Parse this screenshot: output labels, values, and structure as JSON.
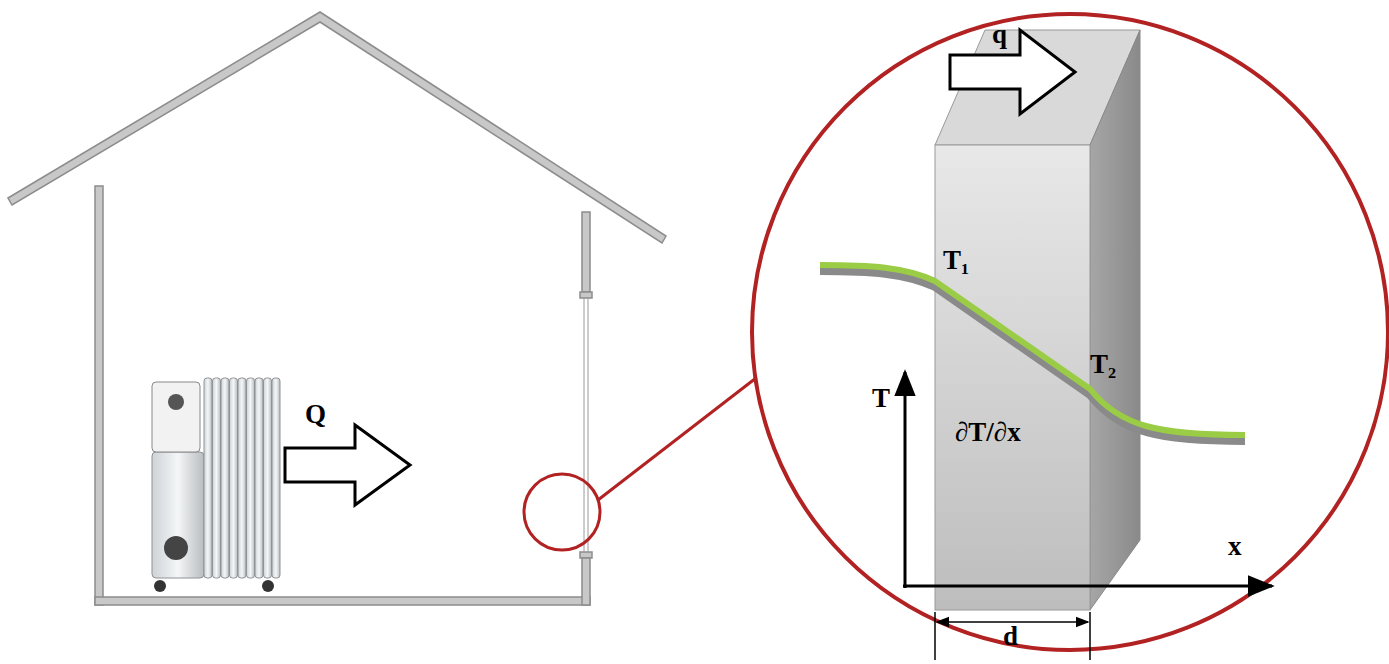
{
  "diagram": {
    "labels": [
      "Q",
      "q",
      "T₁",
      "T₂",
      "T",
      "∂T/∂x",
      "x",
      "d"
    ]
  }
}
